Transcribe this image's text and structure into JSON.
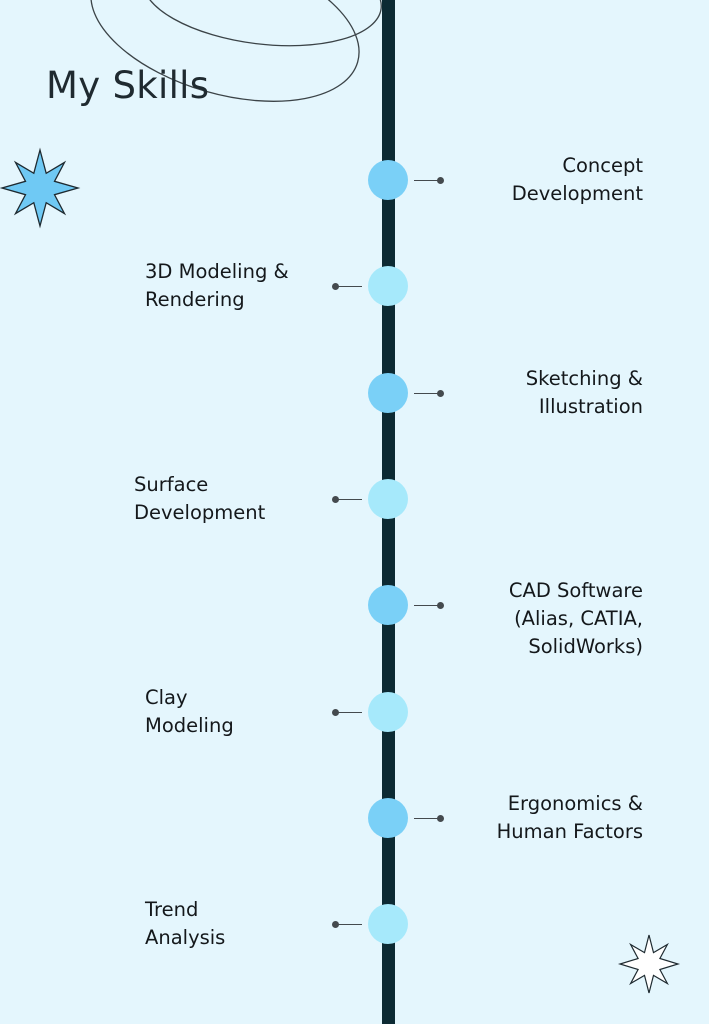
{
  "title": "My Skills",
  "colors": {
    "background": "#e4f6fd",
    "timeline": "#0c2a33",
    "dot_right": "#7ad0f7",
    "dot_left": "#a6e9fb",
    "star_blue": "#6fc9f4",
    "star_white": "#ffffff"
  },
  "skills": [
    {
      "label": "Concept\nDevelopment",
      "side": "right"
    },
    {
      "label": "3D Modeling &\nRendering",
      "side": "left"
    },
    {
      "label": "Sketching &\nIllustration",
      "side": "right"
    },
    {
      "label": "Surface\nDevelopment",
      "side": "left"
    },
    {
      "label": "CAD Software\n(Alias, CATIA,\nSolidWorks)",
      "side": "right"
    },
    {
      "label": "Clay\nModeling",
      "side": "left"
    },
    {
      "label": "Ergonomics &\nHuman Factors",
      "side": "right"
    },
    {
      "label": "Trend\nAnalysis",
      "side": "left"
    }
  ],
  "icons": {
    "decor_top": "orbit-ellipse-icon",
    "decor_left": "sparkle-star-icon",
    "decor_bottom": "sparkle-star-icon"
  }
}
